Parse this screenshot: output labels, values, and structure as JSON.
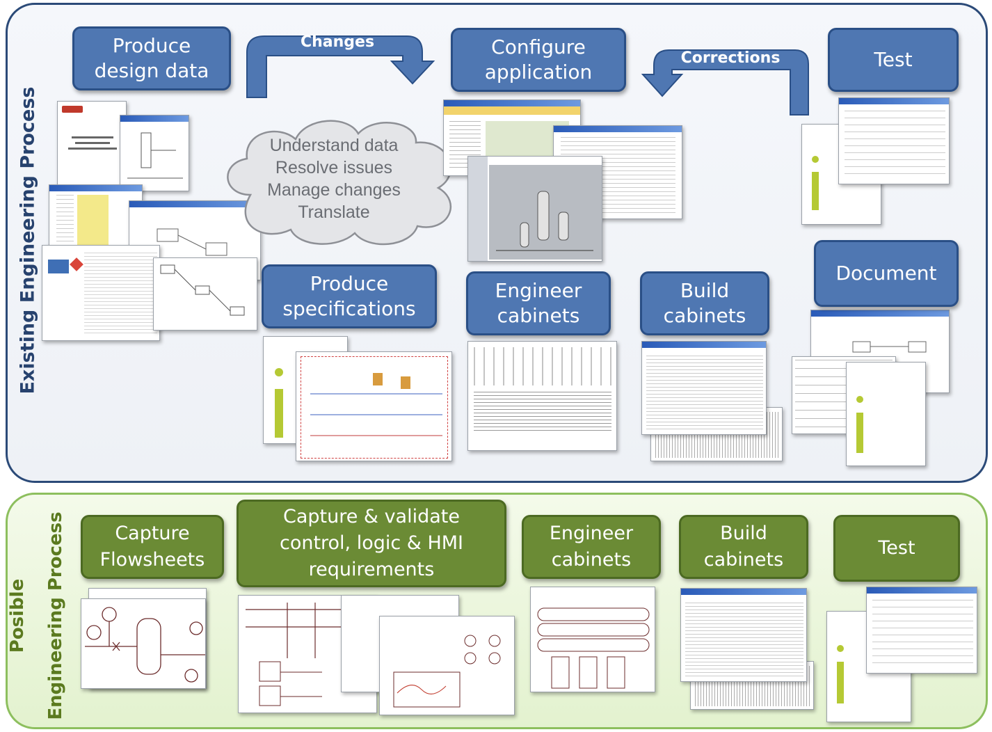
{
  "sections": {
    "existing": {
      "label": "Existing Engineering Process",
      "steps": {
        "produce_design_data": [
          "Produce",
          "design data"
        ],
        "configure_application": [
          "Configure",
          "application"
        ],
        "test": [
          "Test"
        ],
        "produce_specifications": [
          "Produce",
          "specifications"
        ],
        "engineer_cabinets": [
          "Engineer",
          "cabinets"
        ],
        "build_cabinets": [
          "Build",
          "cabinets"
        ],
        "document": [
          "Document"
        ]
      },
      "arrows": {
        "changes": "Changes",
        "corrections": "Corrections"
      },
      "cloud": [
        "Understand data",
        "Resolve issues",
        "Manage changes",
        "Translate"
      ]
    },
    "possible": {
      "label_line1": "Posible",
      "label_line2": "Engineering Process",
      "steps": {
        "capture_flowsheets": [
          "Capture",
          "Flowsheets"
        ],
        "capture_validate": [
          "Capture & validate",
          "control, logic & HMI",
          "requirements"
        ],
        "engineer_cabinets": [
          "Engineer",
          "cabinets"
        ],
        "build_cabinets": [
          "Build",
          "cabinets"
        ],
        "test": [
          "Test"
        ]
      }
    }
  },
  "colors": {
    "top_border": "#2b4a78",
    "bottom_border": "#8dbf5e",
    "blue_box": "#4f77b2",
    "green_box": "#6b8b35",
    "accent_lime": "#b5c934"
  }
}
